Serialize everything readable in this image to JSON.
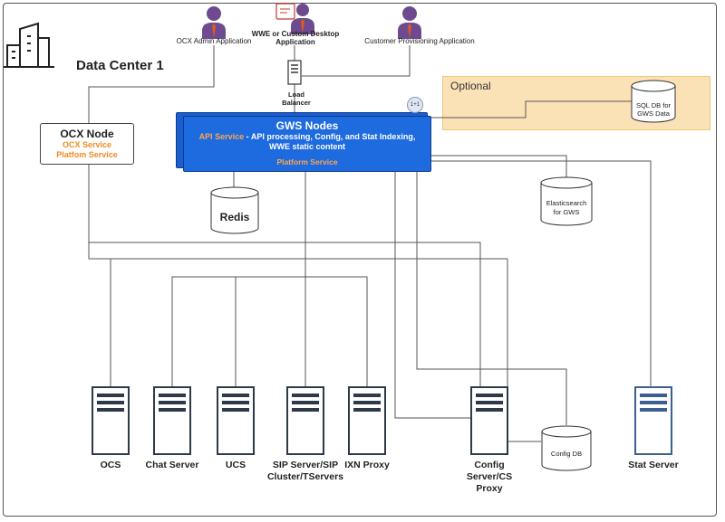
{
  "data_center": {
    "title": "Data Center 1"
  },
  "clients": {
    "ocx_admin": "OCX Admin Application",
    "wwe": "WWE or Custom Desktop Application",
    "customer_provisioning": "Customer Provisioning Application"
  },
  "load_balancer": {
    "label": "Load Balancer"
  },
  "optional": {
    "label": "Optional",
    "sql_db": "SQL DB for GWS Data"
  },
  "ocx_node": {
    "title": "OCX Node",
    "service1": "OCX Service",
    "service2": "Platfom Service"
  },
  "gws_nodes": {
    "title": "GWS Nodes",
    "api_service": "API Service",
    "api_desc": " - API processing, Config, and Stat Indexing, WWE static content",
    "platform_service": "Platform Service",
    "badge": "1+1"
  },
  "databases": {
    "redis": "Redis",
    "elasticsearch": "Elasticsearch for GWS",
    "config_db": "Config DB"
  },
  "servers": {
    "ocs": "OCS",
    "chat": "Chat Server",
    "ucs": "UCS",
    "sip": "SIP Server/SIP Cluster/TServers",
    "ixn": "IXN Proxy",
    "config": "Config Server/CS Proxy",
    "stat": "Stat Server"
  },
  "colors": {
    "gws_blue": "#1e6be0",
    "accent_orange": "#f08a24",
    "optional_bg": "#fbe2b6",
    "user_purple": "#6e4b8f",
    "server_dark": "#2e3a4a",
    "stat_server_blue": "#3c5f8f"
  }
}
